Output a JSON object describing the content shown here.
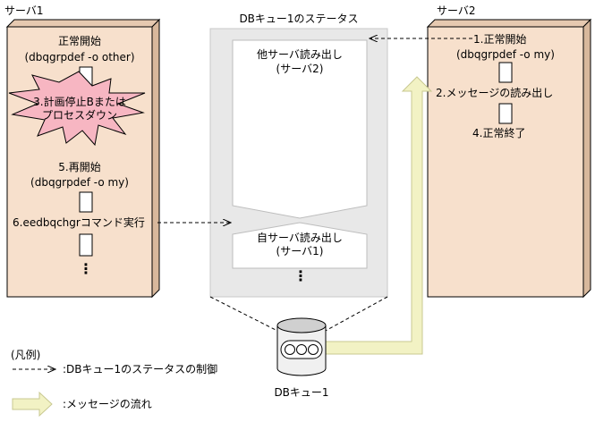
{
  "server1": {
    "title": "サーバ1",
    "normal_start": "正常開始",
    "normal_start_cmd": "(dbqgrpdef -o other)",
    "failure_line1": "3.計画停止Bまたは",
    "failure_line2": "プロセスダウン",
    "restart": "5.再開始",
    "restart_cmd": "(dbqgrpdef -o my)",
    "command": "6.eedbqchgrコマンド実行",
    "ellipsis": "⋮"
  },
  "queue_status": {
    "title": "DBキュー1のステータス",
    "other_read_line1": "他サーバ読み出し",
    "other_read_line2": "(サーバ2)",
    "own_read_line1": "自サーバ読み出し",
    "own_read_line2": "(サーバ1)",
    "ellipsis": "⋮"
  },
  "server2": {
    "title": "サーバ2",
    "normal_start": "1.正常開始",
    "normal_start_cmd": "(dbqgrpdef -o my)",
    "message_read": "2.メッセージの読み出し",
    "normal_end": "4.正常終了"
  },
  "database": {
    "label": "DBキュー1"
  },
  "legend": {
    "title": "(凡例)",
    "dashed_desc": ":DBキュー1のステータスの制御",
    "arrow_desc": ":メッセージの流れ"
  },
  "colors": {
    "server_fill": "#f7e0cc",
    "status_fill": "#e8e8e8",
    "burst_fill": "#f7b6c2",
    "flow_arrow_fill": "#f2f2c4",
    "flow_arrow_stroke": "#c8c890"
  }
}
